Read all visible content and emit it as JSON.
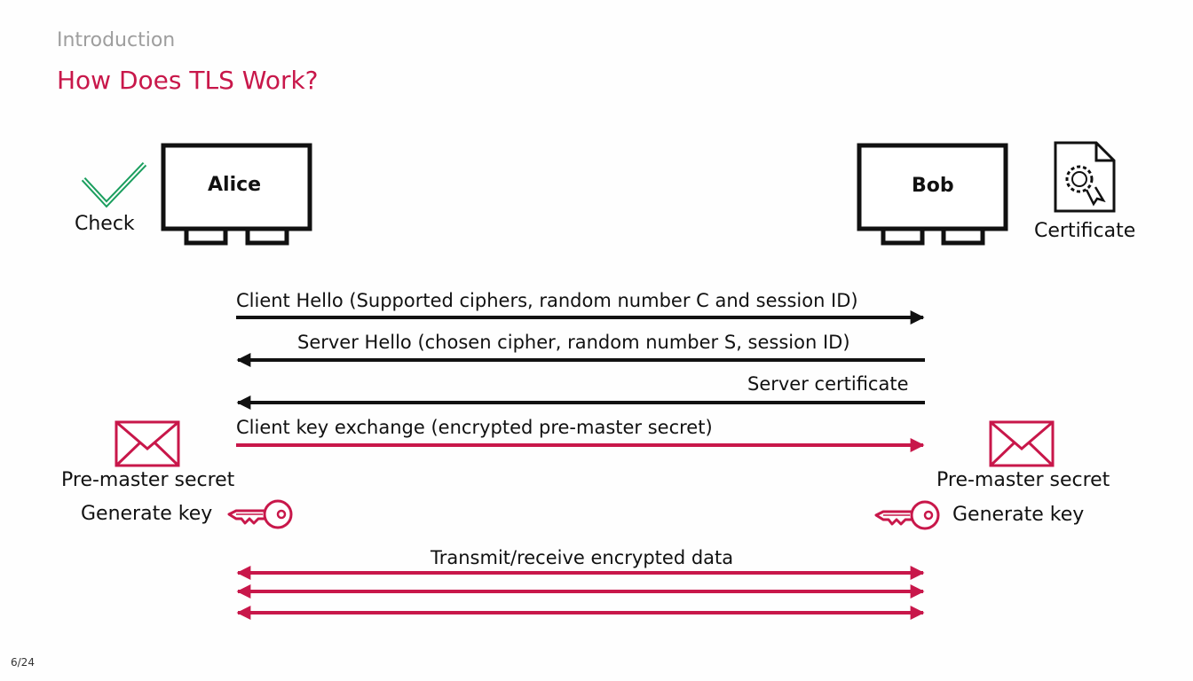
{
  "slide": {
    "section": "Introduction",
    "title": "How Does TLS Work?",
    "page": "6/24"
  },
  "colors": {
    "title": "#c8174a",
    "accent": "#c8174a",
    "check": "#1a9e5e",
    "black": "#111111"
  },
  "parties": {
    "client": {
      "name": "Alice",
      "badge_label": "Check",
      "badge_icon": "checkmark-icon"
    },
    "server": {
      "name": "Bob",
      "badge_label": "Certificate",
      "badge_icon": "certificate-icon"
    }
  },
  "messages": [
    {
      "label": "Client Hello (Supported ciphers, random number C and session ID)",
      "direction": "client-to-server",
      "color": "black"
    },
    {
      "label": "Server Hello (chosen cipher, random number S, session ID)",
      "direction": "server-to-client",
      "color": "black"
    },
    {
      "label": "Server certificate",
      "direction": "server-to-client",
      "color": "black"
    },
    {
      "label": "Client key exchange (encrypted pre-master secret)",
      "direction": "client-to-server",
      "color": "accent"
    }
  ],
  "client_side": {
    "envelope_icon": "envelope-icon",
    "secret_label": "Pre-master secret",
    "key_label": "Generate key",
    "key_icon": "key-icon"
  },
  "server_side": {
    "envelope_icon": "envelope-icon",
    "secret_label": "Pre-master secret",
    "key_label": "Generate key",
    "key_icon": "key-icon"
  },
  "data_exchange": {
    "label": "Transmit/receive encrypted data",
    "arrow_count": 3,
    "direction": "bidirectional"
  }
}
